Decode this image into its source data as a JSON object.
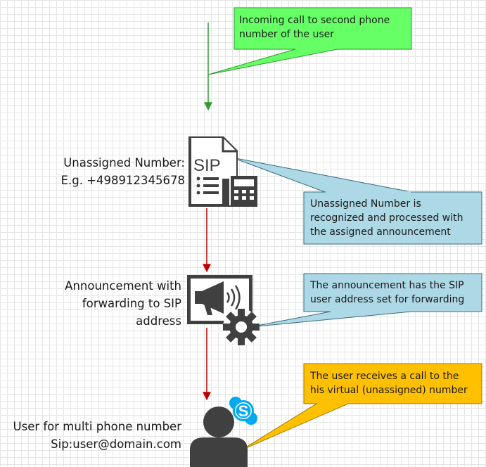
{
  "labels": {
    "unassigned_line1": "Unassigned Number:",
    "unassigned_line2": "E.g. +498912345678",
    "announcement_line1": "Announcement with",
    "announcement_line2": "forwarding to SIP",
    "announcement_line3": "address",
    "user_line1": "User for multi phone number",
    "user_line2": "Sip:user@domain.com"
  },
  "callouts": {
    "incoming": {
      "line1": "Incoming call to second phone",
      "line2": "number of the user",
      "fill": "#66ff66",
      "stroke": "#339933"
    },
    "recognized": {
      "line1": "Unassigned Number is",
      "line2": "recognized and processed with",
      "line3": "the assigned announcement",
      "fill": "#add8e6",
      "stroke": "#3a6b7a"
    },
    "announcement": {
      "line1": "The announcement has the SIP",
      "line2": "user address set for forwarding",
      "fill": "#add8e6",
      "stroke": "#3a6b7a"
    },
    "user": {
      "line1": "The user receives a call to the",
      "line2": "his virtual (unassigned) number",
      "fill": "#ffc000",
      "stroke": "#a07800"
    }
  },
  "icons": {
    "sip_text": "SIP",
    "sip_phone": "sip-phone-icon",
    "announcement": "megaphone-gear-icon",
    "user": "user-icon",
    "skype": "skype-icon",
    "skype_letter": "S"
  },
  "colors": {
    "arrow_green": "#339933",
    "arrow_red": "#c00000",
    "icon_gray": "#404040",
    "skype_blue": "#00a9f0"
  }
}
